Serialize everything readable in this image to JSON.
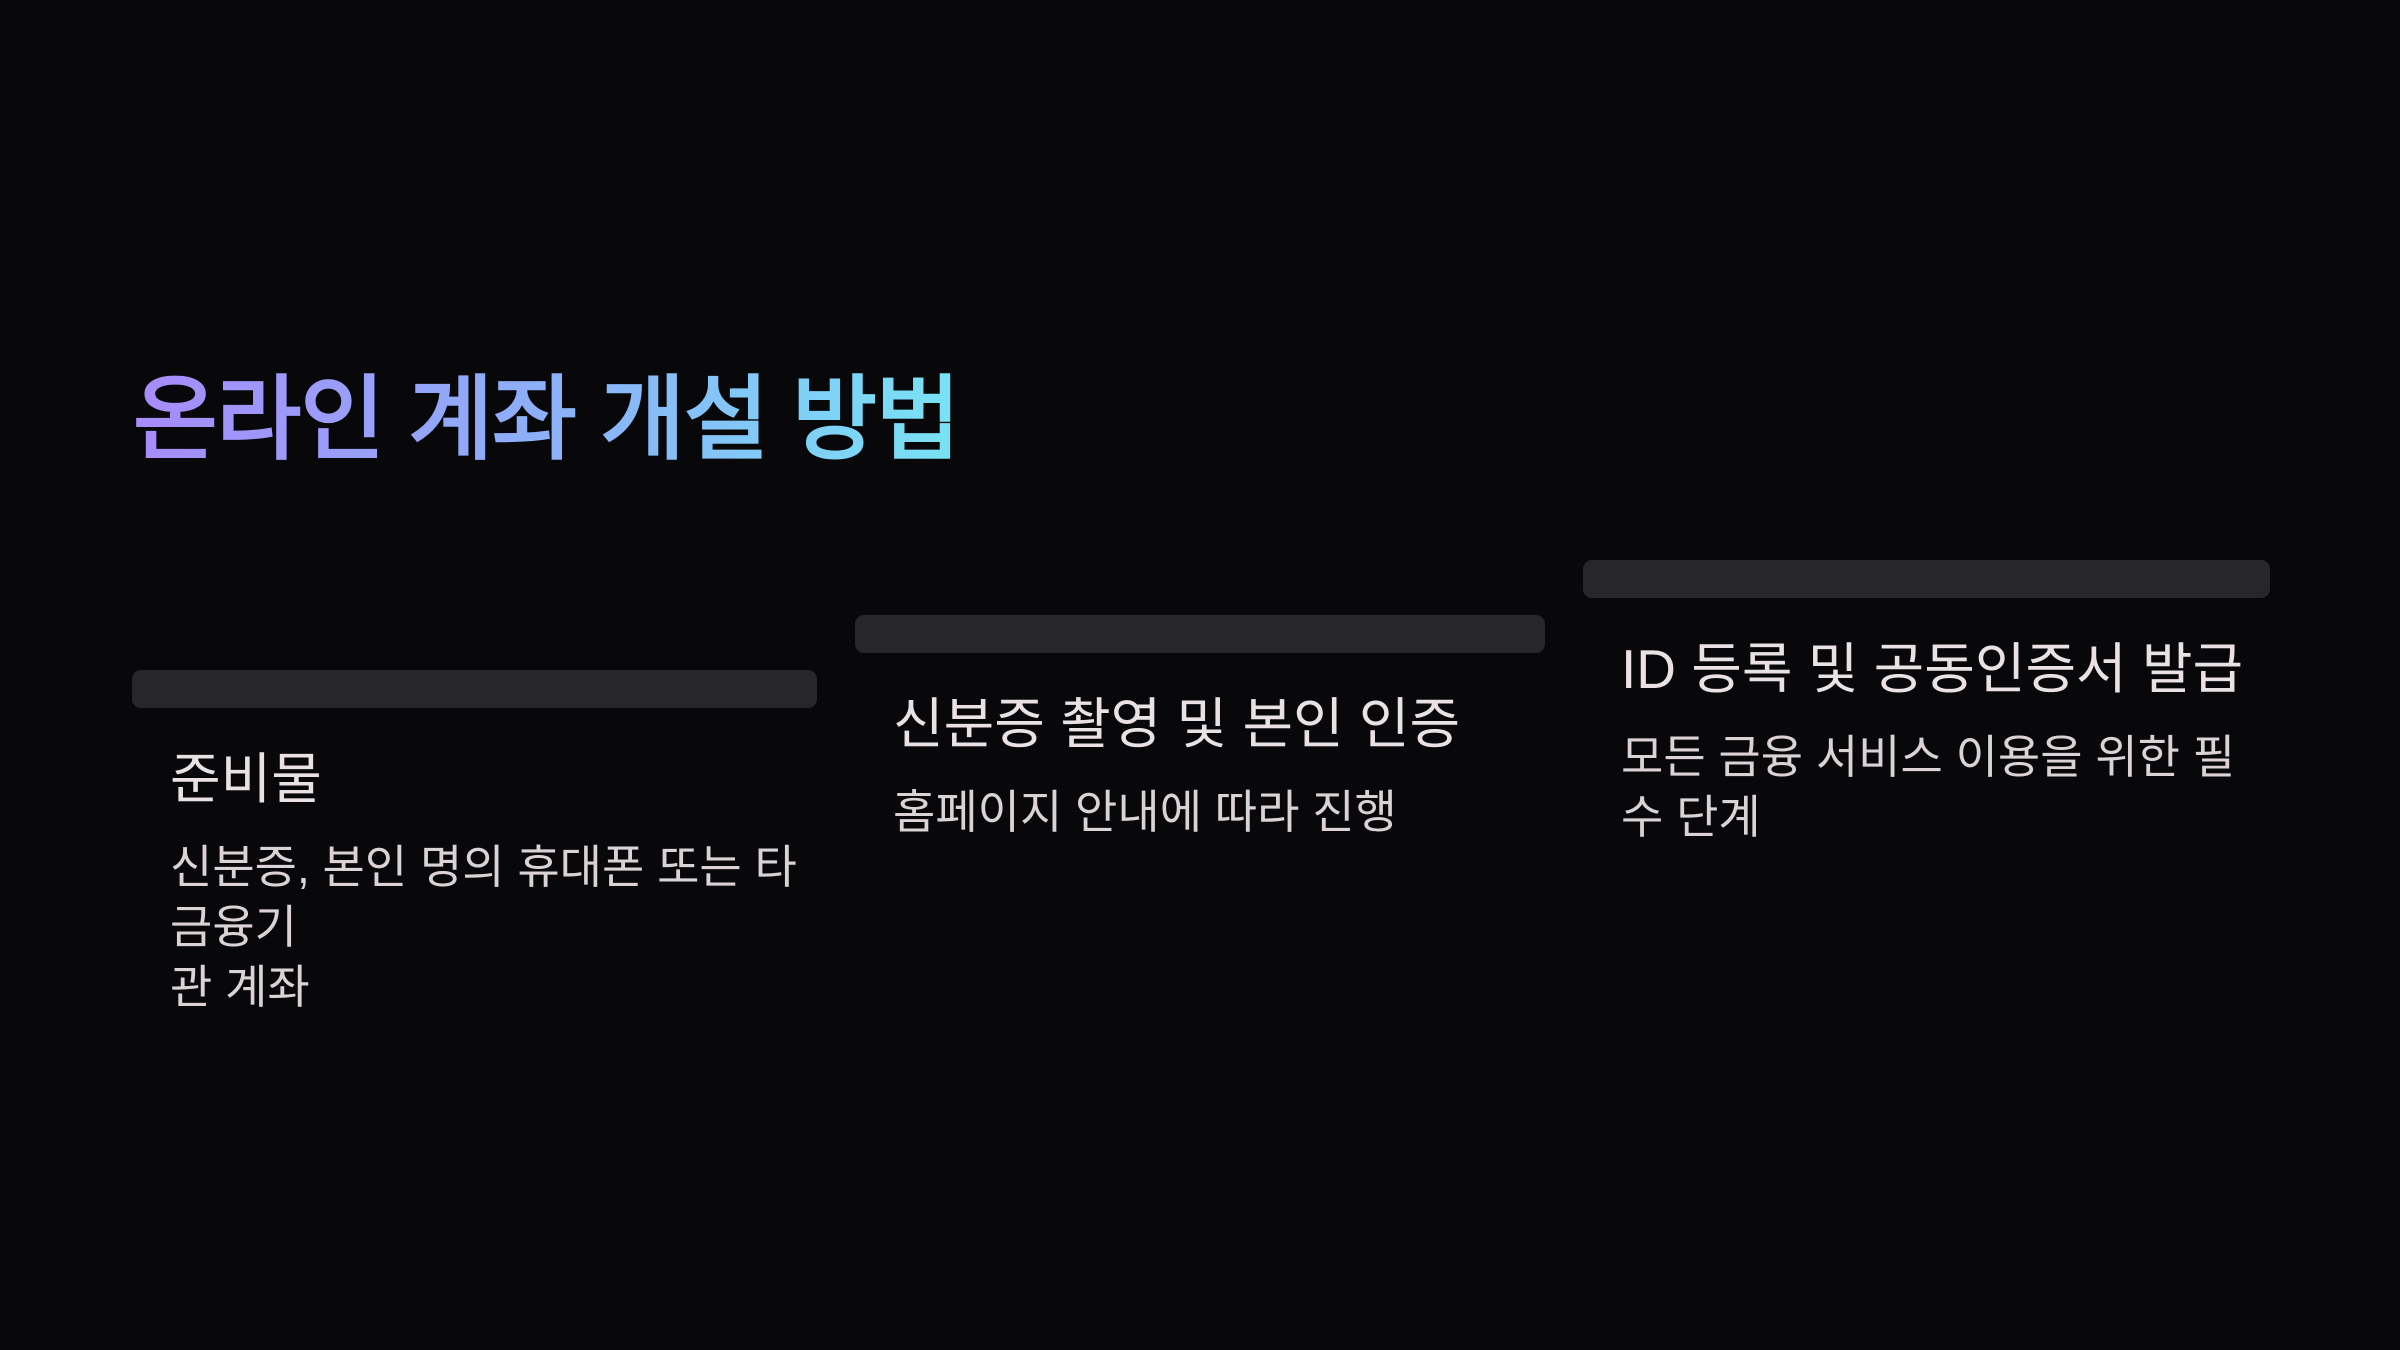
{
  "slide": {
    "title": "온라인 계좌 개설 방법"
  },
  "steps": [
    {
      "title": "준비물",
      "description": "신분증, 본인 명의 휴대폰 또는 타 금융기\n관 계좌"
    },
    {
      "title": "신분증 촬영 및 본인 인증",
      "description": "홈페이지 안내에 따라 진행"
    },
    {
      "title": "ID 등록 및 공동인증서 발급",
      "description": "모든 금융 서비스 이용을 위한 필수 단계"
    }
  ],
  "colors": {
    "background": "#08080b",
    "bar": "#27272b",
    "heading": "#e8e2e5",
    "body_text": "#d9d3d6",
    "title_gradient_from": "#a78bfa",
    "title_gradient_mid": "#8ab4f8",
    "title_gradient_to": "#78e3f4"
  }
}
